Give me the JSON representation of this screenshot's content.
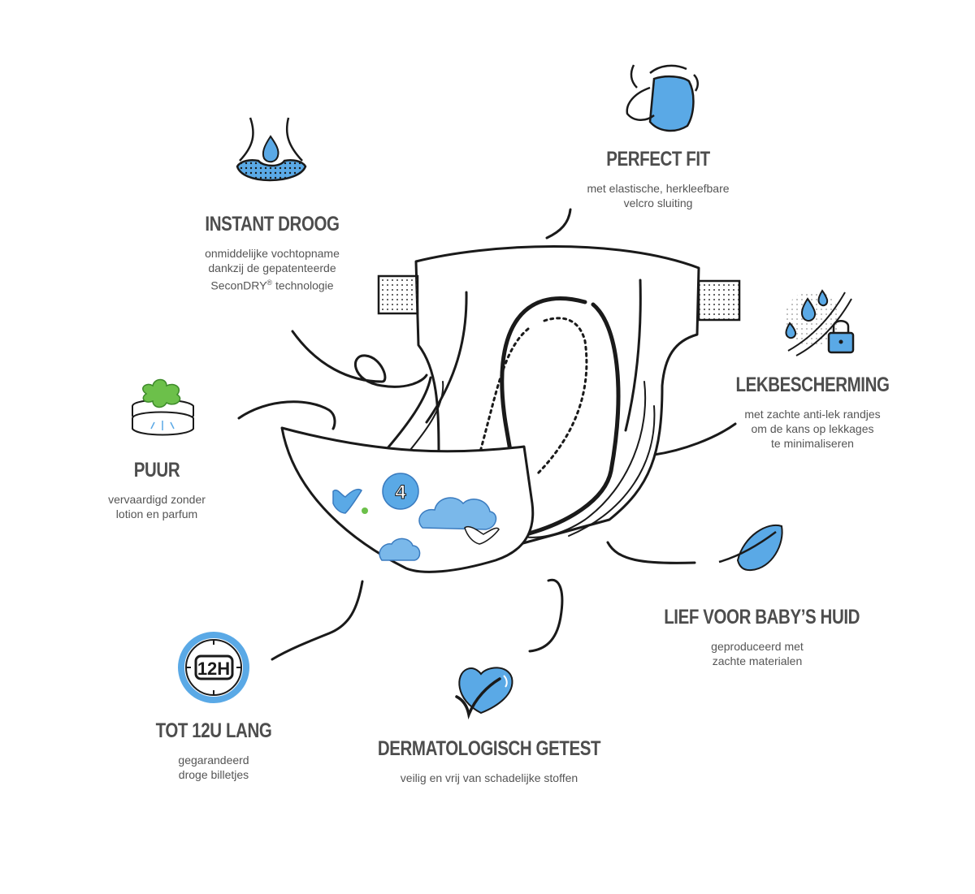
{
  "colors": {
    "accent_blue": "#5aa9e6",
    "line_dark": "#1a1a1a",
    "leaf_green": "#6cc04a",
    "text_gray": "#4d4d4d"
  },
  "features": {
    "instant_droog": {
      "icon": "nose-drop-icon",
      "title": "INSTANT DROOG",
      "lines": [
        "onmiddelijke vochtopname",
        "dankzij de gepatenteerde"
      ],
      "line3_pre": "SeconDRY",
      "line3_sup": "®",
      "line3_post": " technologie"
    },
    "perfect_fit": {
      "icon": "body-fit-icon",
      "title": "PERFECT FIT",
      "lines": [
        "met elastische, herkleefbare",
        "velcro sluiting"
      ]
    },
    "lekbescherming": {
      "icon": "drops-lock-icon",
      "title": "LEKBESCHERMING",
      "lines": [
        "met zachte anti-lek randjes",
        "om de kans op lekkages",
        "te minimaliseren"
      ]
    },
    "puur": {
      "icon": "leaf-layers-icon",
      "title": "PUUR",
      "lines": [
        "vervaardigd zonder",
        "lotion en parfum"
      ]
    },
    "lief": {
      "icon": "feather-icon",
      "title": "LIEF VOOR BABY’S HUID",
      "lines": [
        "geproduceerd met",
        "zachte materialen"
      ]
    },
    "tot12": {
      "icon": "clock-12h-icon",
      "clock_label": "12H",
      "title": "TOT 12U LANG",
      "lines": [
        "gegarandeerd",
        "droge billetjes"
      ]
    },
    "derma": {
      "icon": "heart-check-icon",
      "title": "DERMATOLOGISCH GETEST",
      "lines": [
        "veilig en vrij van schadelijke stoffen"
      ]
    }
  },
  "diaper": {
    "size_badge": "4"
  }
}
